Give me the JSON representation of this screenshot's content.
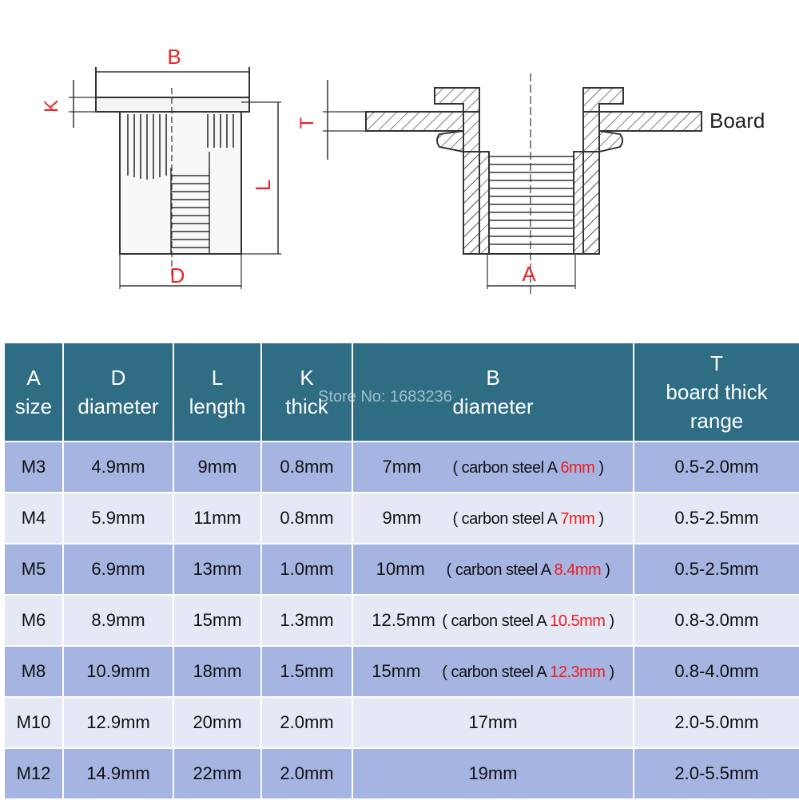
{
  "drawing": {
    "labels": {
      "b": "B",
      "k": "K",
      "l": "L",
      "d": "D",
      "t": "T",
      "a": "A",
      "board": "Board"
    },
    "colors": {
      "dimension_label": "#e8232a",
      "line": "#333333"
    }
  },
  "watermark": "Store No: 1683236",
  "table": {
    "headers": [
      {
        "symbol": "A",
        "name": "size"
      },
      {
        "symbol": "D",
        "name": "diameter"
      },
      {
        "symbol": "L",
        "name": "length"
      },
      {
        "symbol": "K",
        "name": "thick"
      },
      {
        "symbol": "B",
        "name": "diameter"
      },
      {
        "symbol": "T",
        "name": "board thick",
        "name2": "range"
      }
    ],
    "rows": [
      {
        "size": "M3",
        "d": "4.9mm",
        "l": "9mm",
        "k": "0.8mm",
        "b": "7mm",
        "note_pre": "( carbon steel A ",
        "note_val": "6mm",
        "note_post": " )",
        "t": "0.5-2.0mm"
      },
      {
        "size": "M4",
        "d": "5.9mm",
        "l": "11mm",
        "k": "0.8mm",
        "b": "9mm",
        "note_pre": "( carbon steel A ",
        "note_val": "7mm",
        "note_post": " )",
        "t": "0.5-2.5mm"
      },
      {
        "size": "M5",
        "d": "6.9mm",
        "l": "13mm",
        "k": "1.0mm",
        "b": "10mm",
        "note_pre": "( carbon steel A ",
        "note_val": "8.4mm",
        "note_post": " )",
        "t": "0.5-2.5mm"
      },
      {
        "size": "M6",
        "d": "8.9mm",
        "l": "15mm",
        "k": "1.3mm",
        "b": "12.5mm",
        "note_pre": "( carbon steel A ",
        "note_val": "10.5mm",
        "note_post": " )",
        "t": "0.8-3.0mm"
      },
      {
        "size": "M8",
        "d": "10.9mm",
        "l": "18mm",
        "k": "1.5mm",
        "b": "15mm",
        "note_pre": "( carbon steel A ",
        "note_val": "12.3mm",
        "note_post": " )",
        "t": "0.8-4.0mm"
      },
      {
        "size": "M10",
        "d": "12.9mm",
        "l": "20mm",
        "k": "2.0mm",
        "b": "17mm",
        "t": "2.0-5.0mm"
      },
      {
        "size": "M12",
        "d": "14.9mm",
        "l": "22mm",
        "k": "2.0mm",
        "b": "19mm",
        "t": "2.0-5.5mm"
      }
    ]
  }
}
